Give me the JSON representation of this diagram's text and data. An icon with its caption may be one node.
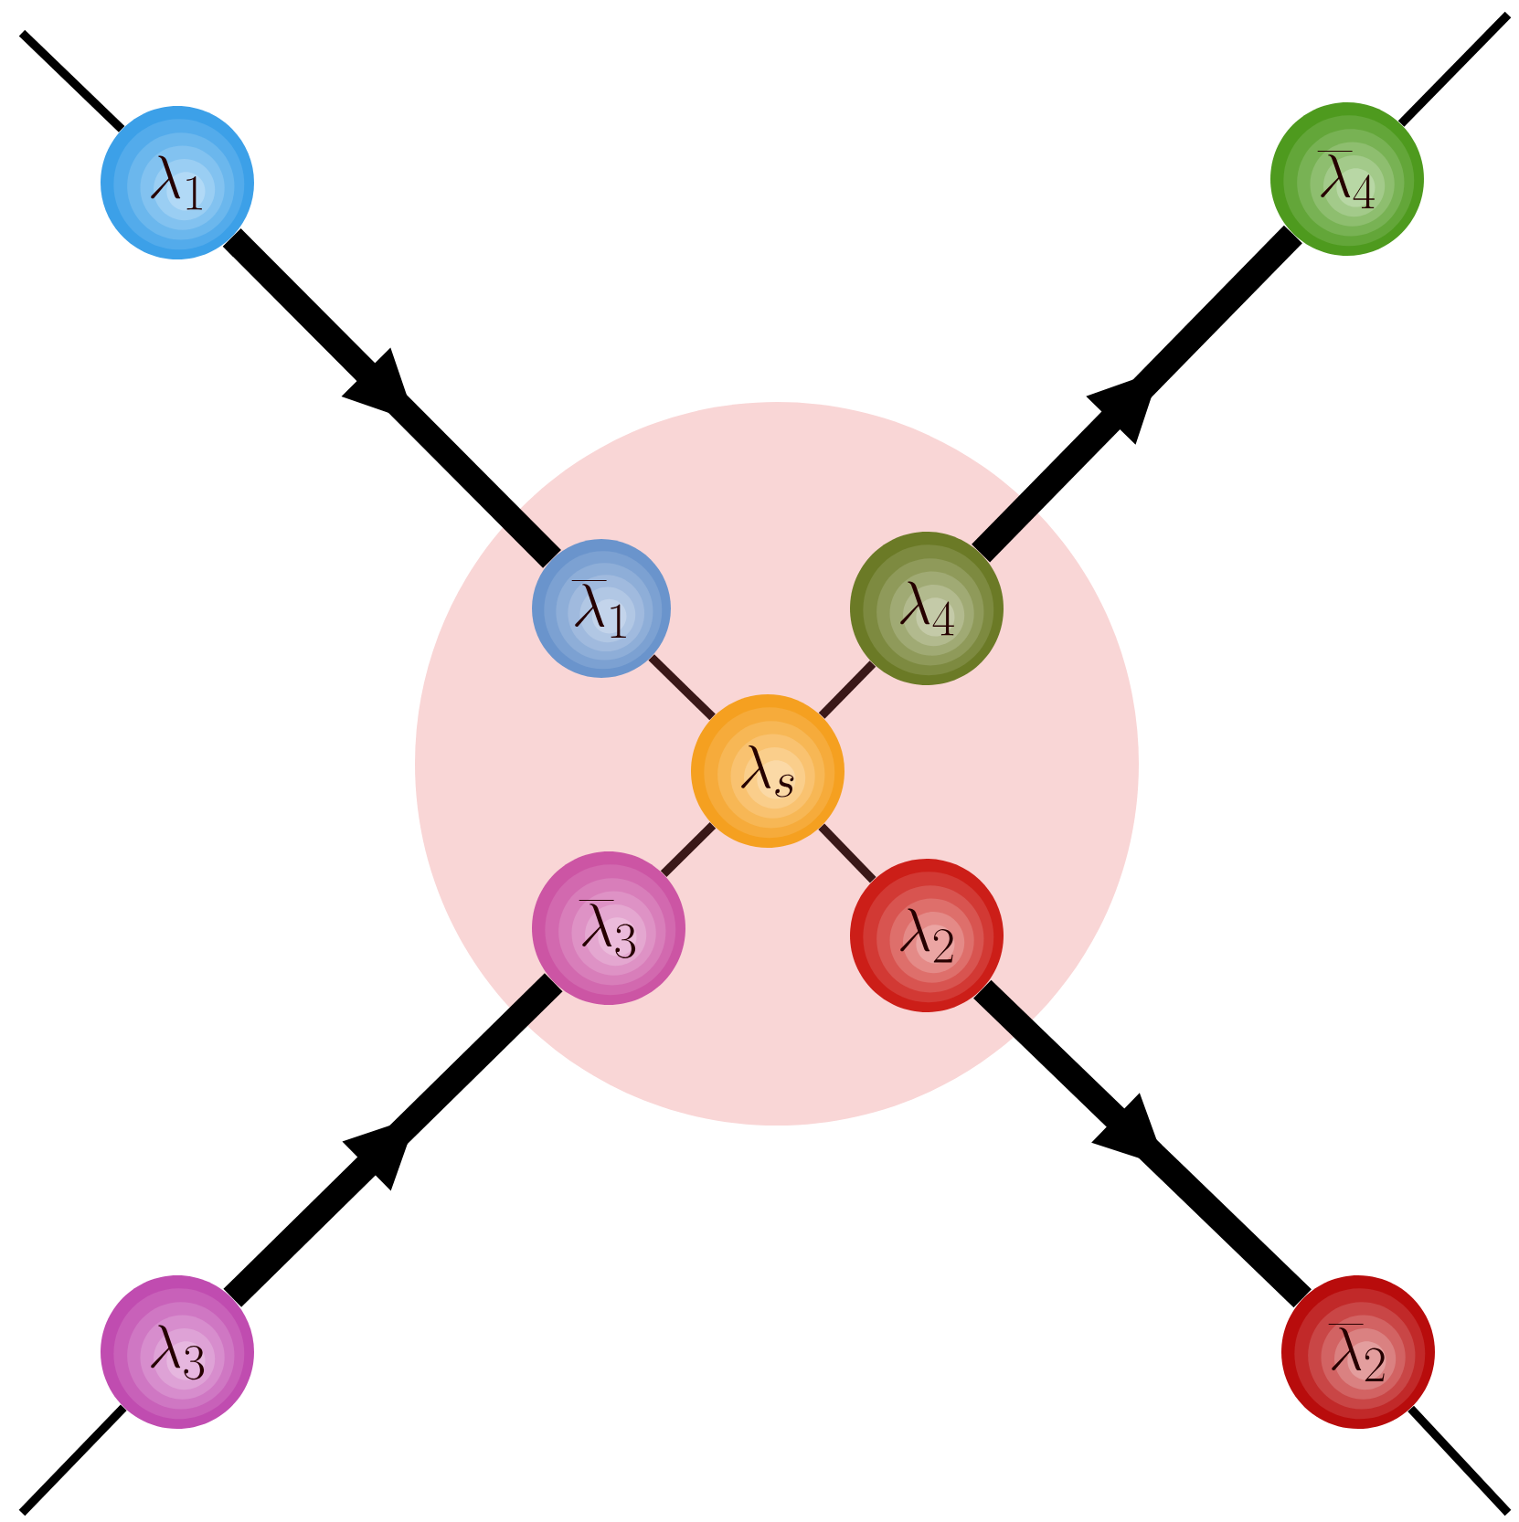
{
  "diagram": {
    "nodes": [
      {
        "text": [],
        "shape": "circle"
      },
      {
        "text": [
          "\\lambda_1"
        ]
      },
      {
        "text": [
          "\\overline{\\lambda}_4"
        ]
      },
      {
        "text": [
          "\\overline{\\lambda}_1"
        ],
        "in": 0
      },
      {
        "text": [
          "\\lambda_4"
        ],
        "in": 0
      },
      {
        "text": [
          "\\lambda_s"
        ],
        "in": 0
      },
      {
        "text": [
          "\\overline{\\lambda}_3"
        ],
        "in": 0
      },
      {
        "text": [
          "\\lambda_2"
        ],
        "in": 0
      },
      {
        "text": [
          "\\lambda_3"
        ]
      },
      {
        "text": [
          "\\overline{\\lambda}_2"
        ]
      }
    ],
    "edges": [
      {
        "from": null,
        "to": 1,
        "arrow": "none"
      },
      {
        "from": 1,
        "to": 3,
        "arrow": "to",
        "style": "thick"
      },
      {
        "from": 3,
        "to": 5,
        "arrow": "none",
        "color": "#3a1818"
      },
      {
        "from": 5,
        "to": 4,
        "arrow": "none",
        "color": "#3a1818"
      },
      {
        "from": 4,
        "to": 2,
        "arrow": "to",
        "style": "thick"
      },
      {
        "from": 2,
        "to": null,
        "arrow": "none"
      },
      {
        "from": null,
        "to": 8,
        "arrow": "none"
      },
      {
        "from": 8,
        "to": 6,
        "arrow": "to",
        "style": "thick"
      },
      {
        "from": 6,
        "to": 5,
        "arrow": "none",
        "color": "#3a1818"
      },
      {
        "from": 5,
        "to": 7,
        "arrow": "none",
        "color": "#3a1818"
      },
      {
        "from": 7,
        "to": 9,
        "arrow": "to",
        "style": "thick"
      },
      {
        "from": 9,
        "to": null,
        "arrow": "none"
      }
    ]
  }
}
